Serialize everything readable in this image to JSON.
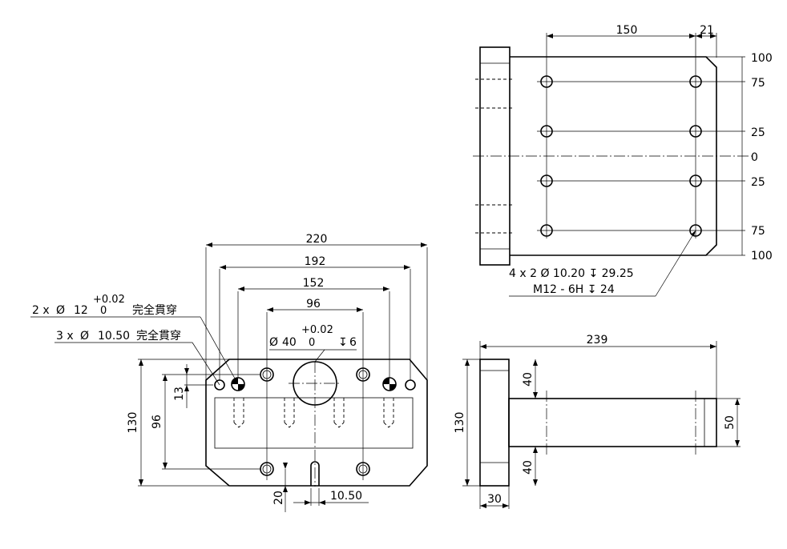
{
  "front_view": {
    "dims": {
      "overall_width": "220",
      "hole_pitch_outer": "192",
      "hole_pitch_mid": "152",
      "hole_pitch_inner": "96",
      "overall_height": "130",
      "vertical_pitch": "96",
      "offset_small": "13",
      "bottom_offset": "20",
      "slot_width": "10.50"
    },
    "callout_2x12": {
      "prefix": "2 x",
      "symbol": "Ø",
      "value": "12",
      "tol_upper": "+0.02",
      "tol_lower": "0",
      "note": "完全貫穿"
    },
    "callout_3x1050": {
      "prefix": "3 x",
      "symbol": "Ø",
      "value": "10.50",
      "note": "完全貫穿"
    },
    "callout_40": {
      "symbol": "Ø",
      "value": "40",
      "tol_upper": "+0.02",
      "tol_lower": "0",
      "depth_symbol": "↧",
      "depth": "6"
    }
  },
  "right_view": {
    "dims": {
      "pitch_x": "150",
      "edge_x": "21",
      "ordinates": [
        "100",
        "75",
        "25",
        "0",
        "25",
        "75",
        "100"
      ]
    },
    "callout": {
      "line1": "4 x 2 Ø 10.20 ↧ 29.25",
      "line2": "M12 - 6H ↧ 24"
    }
  },
  "top_view": {
    "dims": {
      "overall_length": "239",
      "overall_height": "130",
      "upper_flange": "40",
      "lower_flange": "40",
      "shaft_height": "50",
      "flange_thickness": "30"
    }
  }
}
